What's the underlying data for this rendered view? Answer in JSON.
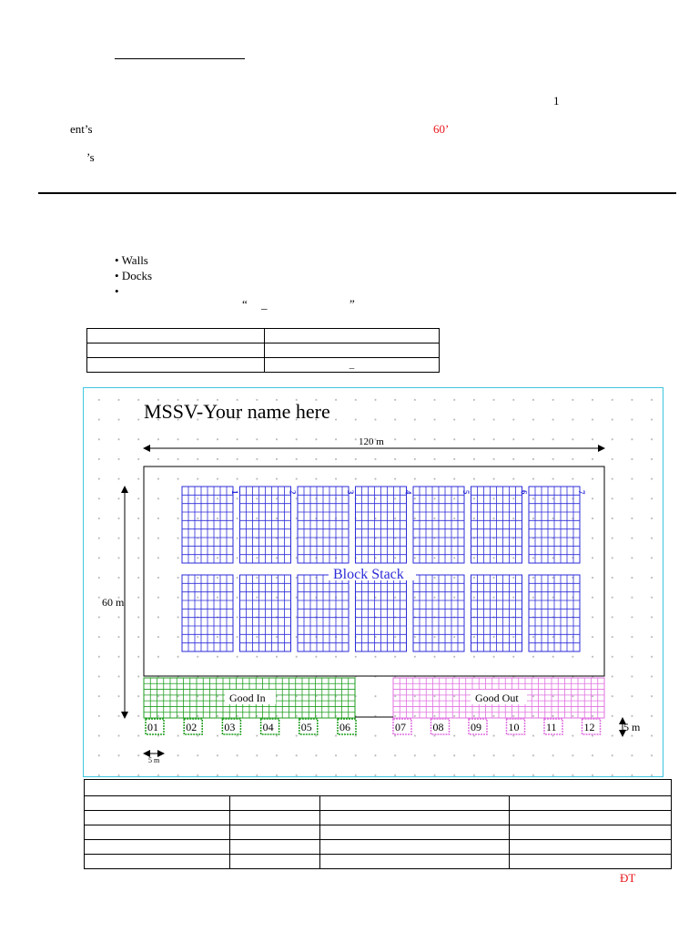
{
  "header": {
    "number": "1",
    "line_a": "ent’s",
    "line_a_red": "60’",
    "line_b": "’s"
  },
  "bullets": {
    "items": [
      "Walls",
      "Docks",
      ""
    ],
    "quote_open": "“",
    "quote_underscore": "_",
    "quote_close": "”"
  },
  "small_table": {
    "cells": [
      "",
      "",
      "",
      "",
      "",
      "_"
    ]
  },
  "layout": {
    "title": "MSSV-Your name here",
    "width_label": "120 m",
    "height_label": "60 m",
    "block_stack_label": "Block Stack",
    "block_numbers": [
      "1",
      "2",
      "3",
      "4",
      "5",
      "6",
      "7"
    ],
    "good_in_label": "Good In",
    "good_out_label": "Good Out",
    "docks_in": [
      "01",
      "02",
      "03",
      "04",
      "05",
      "06"
    ],
    "docks_out": [
      "07",
      "08",
      "09",
      "10",
      "11",
      "12"
    ],
    "dock_depth_label": "5 m",
    "dock_width_label": "5 m",
    "colors": {
      "frame": "#3fc6e0",
      "block_stack": "#2b2bd9",
      "good_in": "#1f9e1f",
      "good_out": "#e070e0"
    }
  },
  "bottom_table": {
    "header": "",
    "rows": [
      [
        "",
        "",
        "",
        ""
      ],
      [
        "",
        "",
        "",
        ""
      ],
      [
        "",
        "",
        "",
        ""
      ],
      [
        "",
        "",
        "",
        ""
      ],
      [
        "",
        "",
        "",
        ""
      ]
    ]
  },
  "footer": {
    "mark": "ĐT"
  }
}
